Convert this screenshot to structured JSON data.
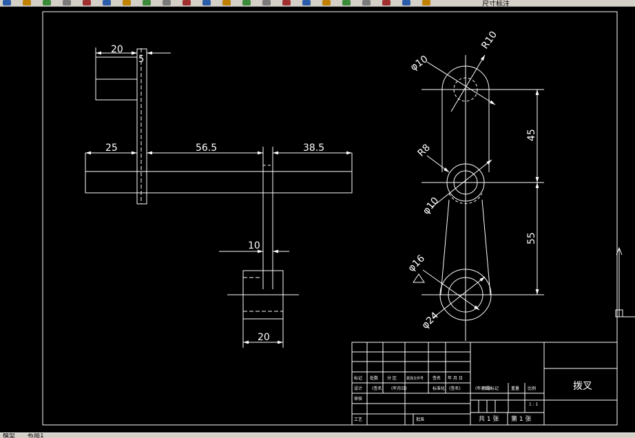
{
  "toolbar": {
    "layer_label": "尺寸标注",
    "icons": [
      "new-icon",
      "open-icon",
      "save-icon",
      "print-icon",
      "cut-icon",
      "copy-icon",
      "paste-icon",
      "undo-icon",
      "redo-icon",
      "pan-icon",
      "zoom-realtime-icon",
      "zoom-window-icon",
      "zoom-previous-icon",
      "properties-icon",
      "design-center-icon",
      "tool-palette-icon",
      "calculator-icon",
      "layer-icon",
      "bulb-icon",
      "sun-icon",
      "lock-icon",
      "color-icon"
    ],
    "colors": {
      "bg": "#d4d0c8",
      "accent": "#ffff00"
    }
  },
  "drawing": {
    "background": "#000000",
    "line_color": "#ffffff",
    "dimensions": {
      "top_width": "20",
      "top_thickness": "5",
      "left_length": "25",
      "mid_length": "56.5",
      "right_length": "38.5",
      "pin_width": "10",
      "boss_width": "20",
      "radius_top": "R10",
      "dia_top": "φ10",
      "radius_mid": "R8",
      "dia_mid": "φ10",
      "dia_bottom_inner": "φ16",
      "dia_bottom_outer": "φ24",
      "spacing_upper": "45",
      "spacing_lower": "55"
    }
  },
  "title_block": {
    "part_name": "拨叉",
    "headers": [
      "标记",
      "处数",
      "分 区",
      "更改文件号",
      "签名",
      "年 月 日"
    ],
    "row_design": [
      "设计",
      "(签名)",
      "(年月日)",
      "标准化",
      "(签名)",
      "(年月日)"
    ],
    "row_check": "审核",
    "row_process": "工艺",
    "approve": "批准",
    "stage_mark": "阶段标记",
    "weight": "重量",
    "scale_label": "比例",
    "scale_value": "1 : 1",
    "sheets_total": "共 1 张",
    "sheet_no": "第 1 张"
  },
  "statusbar": {
    "tabs": [
      "模型",
      "布局1"
    ]
  }
}
